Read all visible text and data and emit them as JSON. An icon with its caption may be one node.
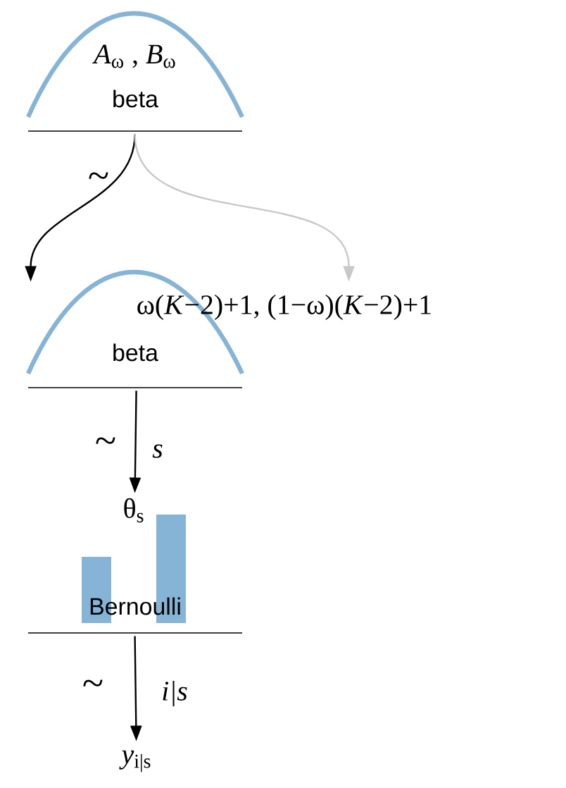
{
  "diagram": {
    "nodes": [
      {
        "text": [
          "*A*$_{ω}$ , *B*$_{ω}$",
          "beta"
        ]
      },
      {
        "text": [
          "ω(*K*−2)+1, (1−ω)(*K*−2)+1",
          "beta"
        ]
      },
      {
        "text": [
          "θ$_{s}$",
          "Bernoulli"
        ]
      },
      {
        "text": [
          "*y*$_{i|s}$"
        ]
      }
    ],
    "edges": [
      {
        "from": 0,
        "to": 1,
        "arrow": "to",
        "label": "~"
      },
      {
        "from": 0,
        "to": 1,
        "arrow": "to",
        "color": "#c8c8c8"
      },
      {
        "from": 1,
        "to": 2,
        "arrow": "to",
        "label": "~"
      },
      {
        "from": 2,
        "to": 3,
        "arrow": "to",
        "label": "~"
      }
    ],
    "labels": [
      "s",
      "i|s"
    ]
  }
}
